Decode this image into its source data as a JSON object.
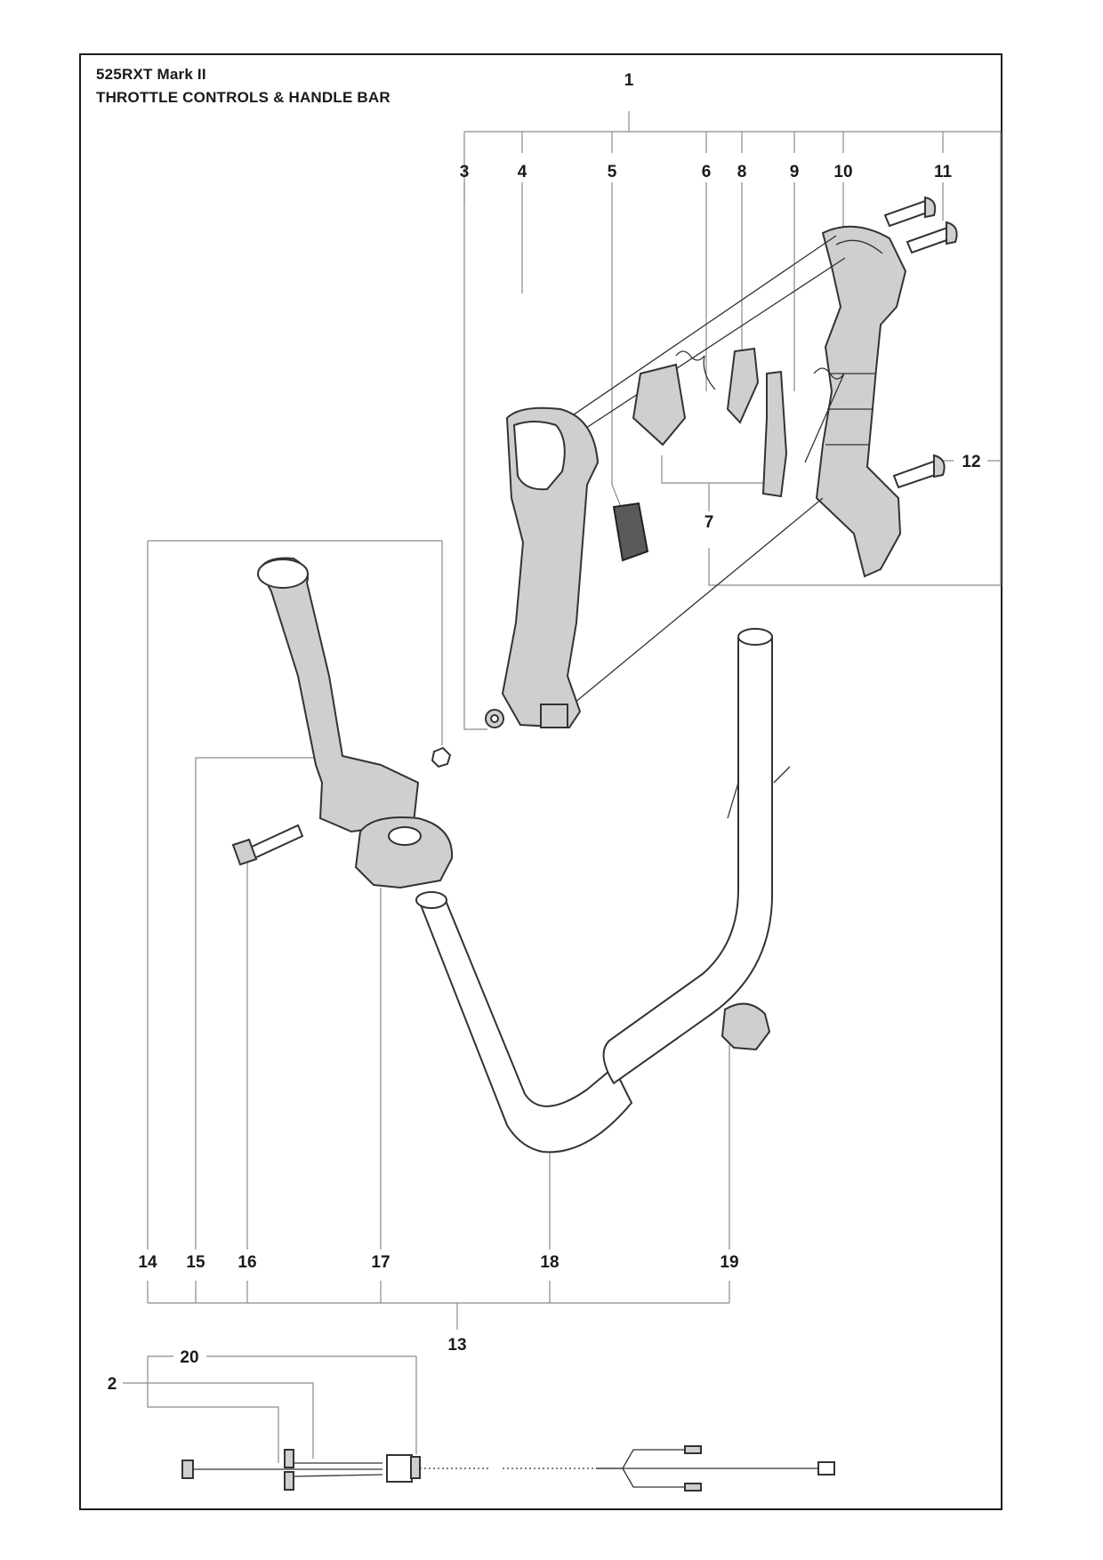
{
  "header": {
    "model": "525RXT Mark II",
    "section": "THROTTLE CONTROLS & HANDLE BAR"
  },
  "callouts": {
    "c1": "1",
    "c2": "2",
    "c3": "3",
    "c4": "4",
    "c5": "5",
    "c6": "6",
    "c7": "7",
    "c8": "8",
    "c9": "9",
    "c10": "10",
    "c11": "11",
    "c12": "12",
    "c13": "13",
    "c14": "14",
    "c15": "15",
    "c16": "16",
    "c17": "17",
    "c18": "18",
    "c19": "19",
    "c20": "20"
  },
  "colors": {
    "line": "#1a1a1a",
    "leader": "#8a8a8a",
    "part_fill": "#cfcfcf"
  }
}
